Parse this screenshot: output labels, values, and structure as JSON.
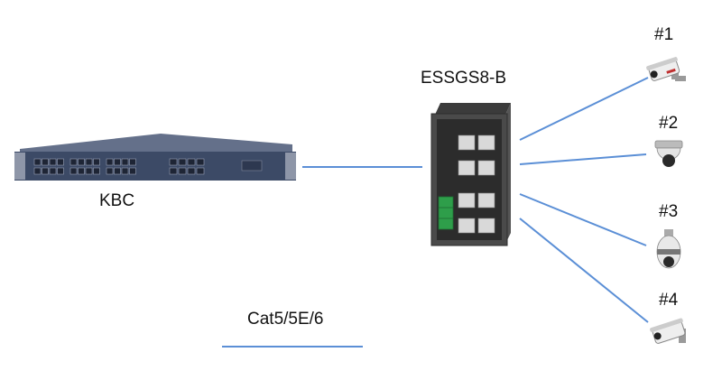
{
  "colors": {
    "link": "#5b8fd6",
    "switch_body": "#3c4a66",
    "rail_switch": "#4a4a4a"
  },
  "devices": {
    "core_switch": {
      "label": "KBC",
      "icon": "rackmount-switch-icon"
    },
    "edge_switch": {
      "label": "ESSGS8-B",
      "icon": "din-rail-switch-icon"
    }
  },
  "cameras": [
    {
      "label": "#1",
      "icon": "bullet-camera-icon"
    },
    {
      "label": "#2",
      "icon": "dome-camera-icon"
    },
    {
      "label": "#3",
      "icon": "ptz-camera-icon"
    },
    {
      "label": "#4",
      "icon": "bullet-camera-icon"
    }
  ],
  "legend": {
    "label": "Cat5/5E/6"
  }
}
